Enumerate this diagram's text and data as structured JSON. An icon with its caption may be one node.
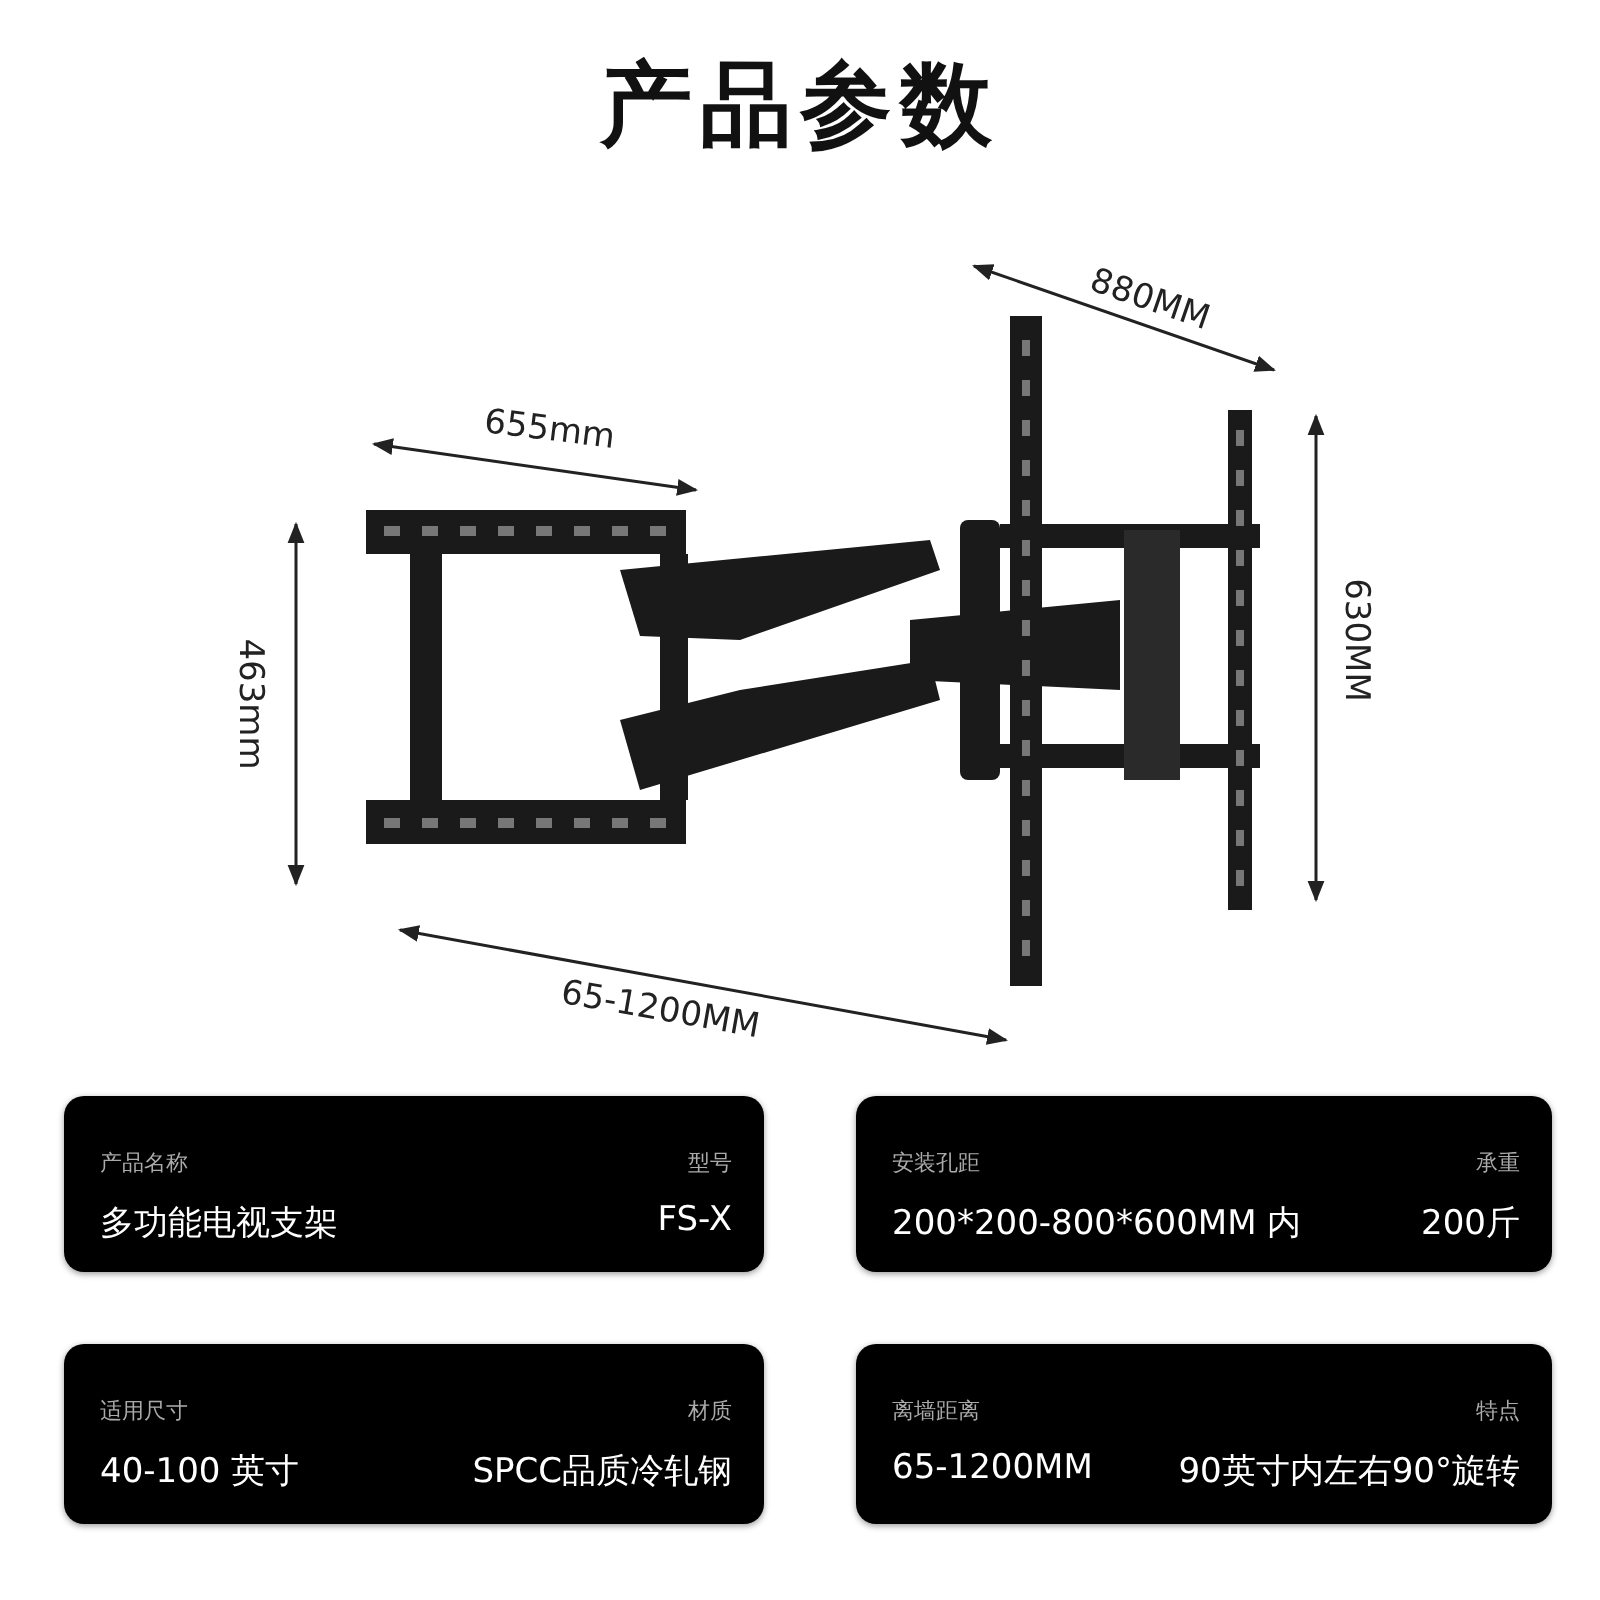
{
  "diagram": {
    "title": "产品参数",
    "nodes": [
      {
        "text": [
          "产品名称",
          "型号",
          "多功能电视支架",
          "FS-X"
        ]
      },
      {
        "text": [
          "安装孔距",
          "承重",
          "200*200-800*600MM 内",
          "200斤"
        ]
      },
      {
        "text": [
          "适用尺寸",
          "材质",
          "40-100 英寸",
          "SPCC品质冷轧钢"
        ]
      },
      {
        "text": [
          "离墙距离",
          "特点",
          "65-1200MM",
          "90英寸内左右90°旋转"
        ]
      }
    ],
    "edges": [],
    "labels": [
      "880MM",
      "655mm",
      "463mm",
      "630MM",
      "65-1200MM"
    ]
  }
}
